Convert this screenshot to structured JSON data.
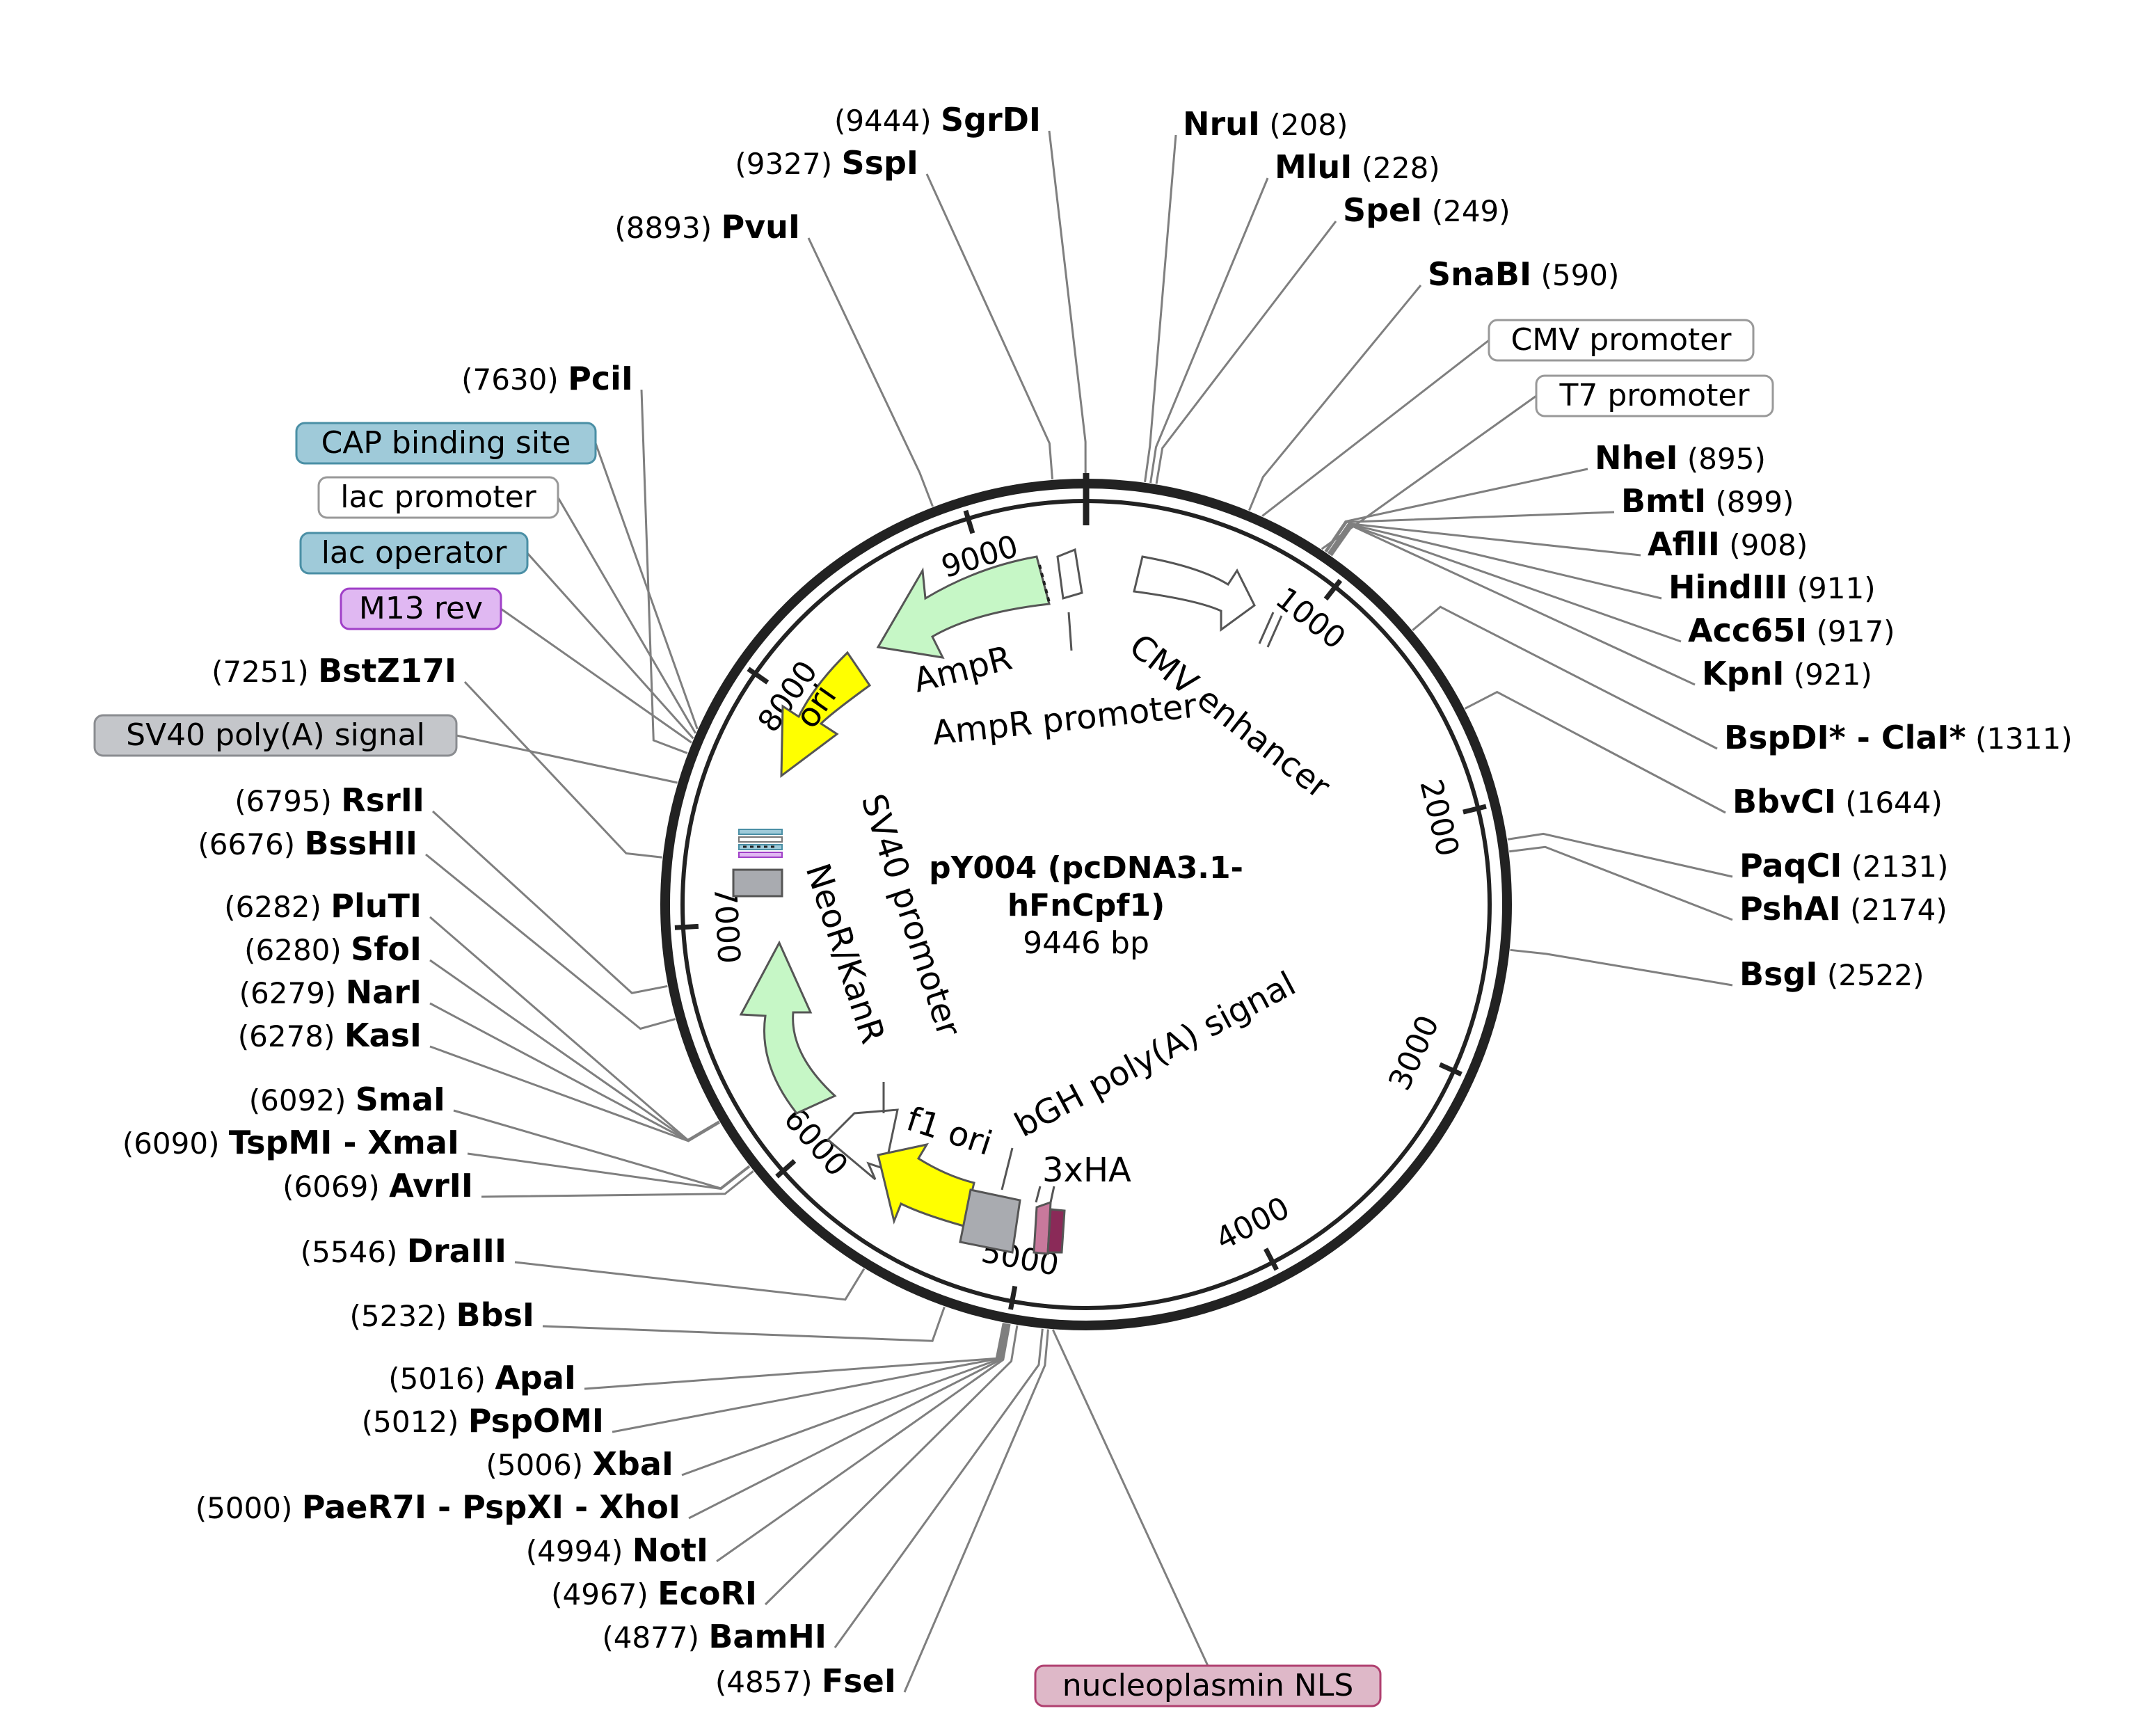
{
  "plasmid": {
    "name_line1": "pY004 (pcDNA3.1-",
    "name_line2": "hFnCpf1)",
    "size_label": "9446 bp",
    "total_bp": 9446
  },
  "ticks": [
    {
      "bp": 1000,
      "label": "1000"
    },
    {
      "bp": 2000,
      "label": "2000"
    },
    {
      "bp": 3000,
      "label": "3000"
    },
    {
      "bp": 4000,
      "label": "4000"
    },
    {
      "bp": 5000,
      "label": "5000"
    },
    {
      "bp": 6000,
      "label": "6000"
    },
    {
      "bp": 7000,
      "label": "7000"
    },
    {
      "bp": 8000,
      "label": "8000"
    },
    {
      "bp": 9000,
      "label": "9000"
    }
  ],
  "sites": [
    {
      "name": "SgrDI",
      "pos": "(9444)",
      "bp": 9444,
      "side": "left"
    },
    {
      "name": "SspI",
      "pos": "(9327)",
      "bp": 9327,
      "side": "left"
    },
    {
      "name": "PvuI",
      "pos": "(8893)",
      "bp": 8893,
      "side": "left"
    },
    {
      "name": "PciI",
      "pos": "(7630)",
      "bp": 7630,
      "side": "left"
    },
    {
      "name": "BstZ17I",
      "pos": "(7251)",
      "bp": 7251,
      "side": "left"
    },
    {
      "name": "RsrII",
      "pos": "(6795)",
      "bp": 6795,
      "side": "left"
    },
    {
      "name": "BssHII",
      "pos": "(6676)",
      "bp": 6676,
      "side": "left"
    },
    {
      "name": "PluTI",
      "pos": "(6282)",
      "bp": 6282,
      "side": "left"
    },
    {
      "name": "SfoI",
      "pos": "(6280)",
      "bp": 6280,
      "side": "left"
    },
    {
      "name": "NarI",
      "pos": "(6279)",
      "bp": 6279,
      "side": "left"
    },
    {
      "name": "KasI",
      "pos": "(6278)",
      "bp": 6278,
      "side": "left"
    },
    {
      "name": "SmaI",
      "pos": "(6092)",
      "bp": 6092,
      "side": "left"
    },
    {
      "name": "TspMI - XmaI",
      "pos": "(6090)",
      "bp": 6090,
      "side": "left"
    },
    {
      "name": "AvrII",
      "pos": "(6069)",
      "bp": 6069,
      "side": "left"
    },
    {
      "name": "DraIII",
      "pos": "(5546)",
      "bp": 5546,
      "side": "left"
    },
    {
      "name": "BbsI",
      "pos": "(5232)",
      "bp": 5232,
      "side": "left"
    },
    {
      "name": "ApaI",
      "pos": "(5016)",
      "bp": 5016,
      "side": "left"
    },
    {
      "name": "PspOMI",
      "pos": "(5012)",
      "bp": 5012,
      "side": "left"
    },
    {
      "name": "XbaI",
      "pos": "(5006)",
      "bp": 5006,
      "side": "left"
    },
    {
      "name": "PaeR7I - PspXI - XhoI",
      "pos": "(5000)",
      "bp": 5000,
      "side": "left"
    },
    {
      "name": "NotI",
      "pos": "(4994)",
      "bp": 4994,
      "side": "left"
    },
    {
      "name": "EcoRI",
      "pos": "(4967)",
      "bp": 4967,
      "side": "left"
    },
    {
      "name": "BamHI",
      "pos": "(4877)",
      "bp": 4877,
      "side": "left"
    },
    {
      "name": "FseI",
      "pos": "(4857)",
      "bp": 4857,
      "side": "left"
    },
    {
      "name": "NruI",
      "pos": "(208)",
      "bp": 208,
      "side": "right"
    },
    {
      "name": "MluI",
      "pos": "(228)",
      "bp": 228,
      "side": "right"
    },
    {
      "name": "SpeI",
      "pos": "(249)",
      "bp": 249,
      "side": "right"
    },
    {
      "name": "SnaBI",
      "pos": "(590)",
      "bp": 590,
      "side": "right"
    },
    {
      "name": "NheI",
      "pos": "(895)",
      "bp": 895,
      "side": "right"
    },
    {
      "name": "BmtI",
      "pos": "(899)",
      "bp": 899,
      "side": "right"
    },
    {
      "name": "AflII",
      "pos": "(908)",
      "bp": 908,
      "side": "right"
    },
    {
      "name": "HindIII",
      "pos": "(911)",
      "bp": 911,
      "side": "right"
    },
    {
      "name": "Acc65I",
      "pos": "(917)",
      "bp": 917,
      "side": "right"
    },
    {
      "name": "KpnI",
      "pos": "(921)",
      "bp": 921,
      "side": "right"
    },
    {
      "name": "BspDI* - ClaI*",
      "pos": "(1311)",
      "bp": 1311,
      "side": "right"
    },
    {
      "name": "BbvCI",
      "pos": "(1644)",
      "bp": 1644,
      "side": "right"
    },
    {
      "name": "PaqCI",
      "pos": "(2131)",
      "bp": 2131,
      "side": "right"
    },
    {
      "name": "PshAI",
      "pos": "(2174)",
      "bp": 2174,
      "side": "right"
    },
    {
      "name": "BsgI",
      "pos": "(2522)",
      "bp": 2522,
      "side": "right"
    }
  ],
  "boxed_features": [
    {
      "label": "CMV promoter",
      "fill": "#ffffff",
      "stroke": "#999999",
      "bp": 640
    },
    {
      "label": "T7 promoter",
      "fill": "#ffffff",
      "stroke": "#999999",
      "bp": 880
    },
    {
      "label": "CAP binding site",
      "fill": "#9fcad9",
      "stroke": "#4a8fa5",
      "bp": 7722
    },
    {
      "label": "lac promoter",
      "fill": "#ffffff",
      "stroke": "#999999",
      "bp": 7706
    },
    {
      "label": "lac operator",
      "fill": "#9fcad9",
      "stroke": "#4a8fa5",
      "bp": 7686
    },
    {
      "label": "M13 rev",
      "fill": "#e0b8f2",
      "stroke": "#a040c8",
      "bp": 7670
    },
    {
      "label": "SV40 poly(A) signal",
      "fill": "#c4c6ca",
      "stroke": "#8a8c90",
      "bp": 7520
    },
    {
      "label": "nucleoplasmin NLS",
      "fill": "#deb8c8",
      "stroke": "#b04070",
      "bp": 4840
    }
  ],
  "arc_features": [
    {
      "label": "AmpR",
      "fill": "#c6f7c6"
    },
    {
      "label": "AmpR promoter",
      "fill": "#ffffff"
    },
    {
      "label": "CMV enhancer",
      "fill": "#ffffff"
    },
    {
      "label": "ori",
      "fill": "#ffff00"
    },
    {
      "label": "SV40 promoter",
      "fill": "#ffffff"
    },
    {
      "label": "NeoR/KanR",
      "fill": "#c6f7c6"
    },
    {
      "label": "f1 ori",
      "fill": "#ffffff"
    },
    {
      "label": "bGH poly(A) signal",
      "fill": "#a9abb0"
    },
    {
      "label": "3xHA",
      "fill": "#c8799c"
    }
  ],
  "colors": {
    "backbone": "#222222",
    "leader": "#7f7f7f",
    "ampr": "#c6f7c6",
    "ori": "#ffff00",
    "grey_feature": "#a9abb0",
    "nls": "#c8799c"
  }
}
